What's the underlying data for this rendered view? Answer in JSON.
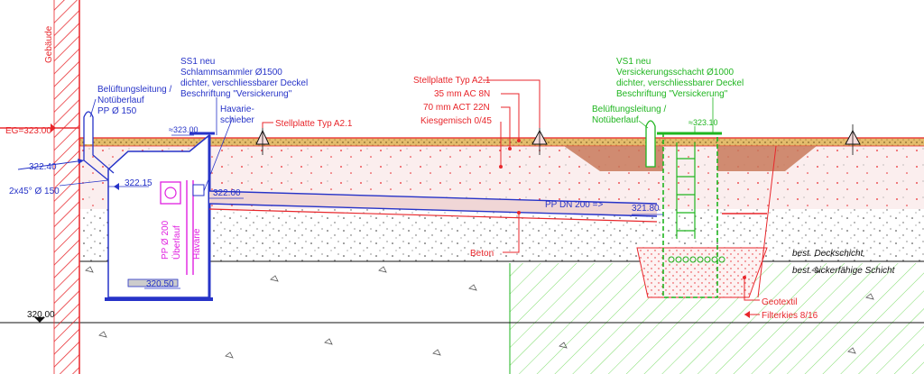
{
  "colors": {
    "red": "#e8262b",
    "blue": "#2633c8",
    "green": "#1fb51f",
    "magenta": "#e020e0",
    "black": "#111111",
    "gravel_fill": "#f6e8e8",
    "asphalt_fill": "#e8c27a"
  },
  "labels": {
    "gebaeude": "Gebäude",
    "eg": "EG=323.00",
    "h322_40": "322.40",
    "pipe_2x45": "2x45° Ø 150",
    "beluft_left_1": "Belüftungsleitung /",
    "beluft_left_2": "Notüberlauf",
    "beluft_left_3": "PP Ø 150",
    "ss1_1": "SS1 neu",
    "ss1_2": "Schlammsammler Ø1500",
    "ss1_3": "dichter, verschliessbarer Deckel",
    "ss1_4": "Beschriftung \"Versickerung\"",
    "havarie_1": "Havarie-",
    "havarie_2": "schieber",
    "h323_00": "≈323.00",
    "h322_15": "322.15",
    "h322_00": "322.00",
    "h320_50": "320.50",
    "h320_00": "320.00",
    "stellplatte_left": "Stellplatte Typ A2.1",
    "stellplatte_top": "Stellplatte Typ A2.1",
    "ac8n": "35 mm AC 8N",
    "act22n": "70 mm ACT 22N",
    "kies": "Kiesgemisch 0/45",
    "pp_dn200": "PP DN 200  =>",
    "h321_80": "321.80",
    "beton": "Beton",
    "pp200_1": "PP Ø 200",
    "pp200_2": "Überlauf",
    "pp200_3": "Havarie",
    "vs1_1": "VS1 neu",
    "vs1_2": "Versickerungsschacht Ø1000",
    "vs1_3": "dichter, verschliessbarer Deckel",
    "vs1_4": "Beschriftung  \"Versickerung\"",
    "beluft_right_1": "Belüftungsleitung /",
    "beluft_right_2": "Notüberlauf",
    "h323_10": "≈323.10",
    "deckschicht": "best. Deckschicht",
    "sickerschicht": "best. sickerfähige Schicht",
    "geotextil": "Geotextil",
    "filterkies": "Filterkies 8/16"
  }
}
